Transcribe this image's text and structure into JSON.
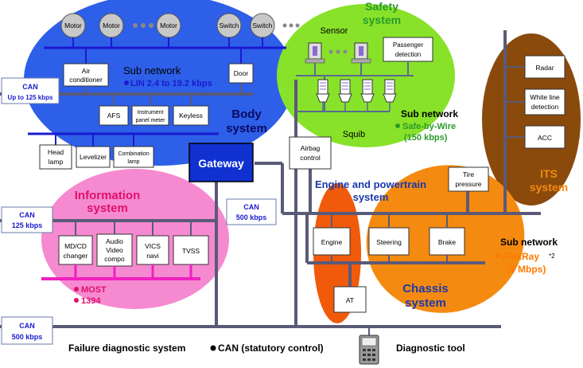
{
  "motors": {
    "m1": "Motor",
    "m2": "Motor",
    "m3": "Motor"
  },
  "switches": {
    "s1": "Switch",
    "s2": "Switch"
  },
  "safety": {
    "title_l1": "Safety",
    "title_l2": "system",
    "sensor": "Sensor",
    "passenger_l1": "Passenger",
    "passenger_l2": "detection",
    "squib": "Squib",
    "subnet_title": "Sub network",
    "subnet_l1": "Safe-by-Wire",
    "subnet_l2": "(150 kbps)"
  },
  "body": {
    "subnet_title": "Sub network",
    "lin": "LIN 2.4 to 19.2 kbps",
    "title_l1": "Body",
    "title_l2": "system",
    "air_l1": "Air",
    "air_l2": "conditioner",
    "door": "Door",
    "afs": "AFS",
    "ipm_l1": "Instrument",
    "ipm_l2": "panel meter",
    "keyless": "Keyless",
    "headlamp_l1": "Head",
    "headlamp_l2": "lamp",
    "levelizer": "Levelizer",
    "combo_l1": "Combination",
    "combo_l2": "lamp"
  },
  "can_labels": {
    "top_l1": "CAN",
    "top_l2": "Up to 125 kbps",
    "mid_l1": "CAN",
    "mid_l2": "500 kbps",
    "info_l1": "CAN",
    "info_l2": "125 kbps",
    "bottom_l1": "CAN",
    "bottom_l2": "500 kbps"
  },
  "gateway": "Gateway",
  "airbag": {
    "l1": "Airbag",
    "l2": "control"
  },
  "engine_system": {
    "title_l1": "Engine and powertrain",
    "title_l2": "system",
    "engine": "Engine",
    "at": "AT"
  },
  "chassis": {
    "steering": "Steering",
    "brake": "Brake",
    "tire_l1": "Tire",
    "tire_l2": "pressure",
    "title_l1": "Chassis",
    "title_l2": "system",
    "subnet_title": "Sub network",
    "flexray": "FlexRay",
    "footnote": "*2",
    "speed": "(5 Mbps)"
  },
  "its": {
    "radar": "Radar",
    "wld_l1": "White line",
    "wld_l2": "detection",
    "acc": "ACC",
    "title_l1": "ITS",
    "title_l2": "system"
  },
  "info": {
    "title_l1": "Information",
    "title_l2": "system",
    "mdcd_l1": "MD/CD",
    "mdcd_l2": "changer",
    "audio_l1": "Audio",
    "audio_l2": "Video",
    "audio_l3": "compo",
    "vics_l1": "VICS",
    "vics_l2": "navi",
    "tvss": "TVSS",
    "most": "MOST",
    "ieee": "1394"
  },
  "footer": {
    "failure": "Failure diagnostic system",
    "can": "CAN (statutory control)",
    "tool": "Diagnostic tool"
  },
  "colors": {
    "bus": "#5a5a78",
    "body_blob": "#2e5fe8",
    "safety_blob": "#88e22a",
    "its_blob": "#8a4a0c",
    "chassis_blob": "#f58a10",
    "engine_blob": "#f05a0a",
    "info_blob": "#f58ad0",
    "gateway": "#1030d0",
    "lin": "#1a1ad0",
    "most": "#f020c0",
    "safety_text": "#2a9a2a",
    "flexray": "#ff7a00",
    "info_text": "#e0106a"
  }
}
